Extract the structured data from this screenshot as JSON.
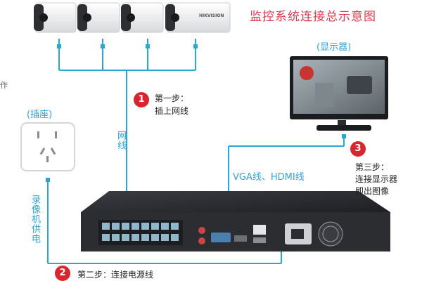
{
  "title": "监控系统连接总示意图",
  "camera_brand": "HIKVISION",
  "side_fragment": "作",
  "labels": {
    "monitor": "(显示器)",
    "socket": "(插座)",
    "network_cable": "网线",
    "power_cable": "录像机供电",
    "video_cable": "VGA线、HDMI线"
  },
  "steps": [
    {
      "number": "1",
      "lines": [
        "第一步：",
        "插上网线"
      ]
    },
    {
      "number": "2",
      "lines": [
        "第二步：连接电源线"
      ]
    },
    {
      "number": "3",
      "lines": [
        "第三步：",
        "连接显示器",
        "即出图像"
      ]
    }
  ],
  "colors": {
    "cable": "#2aa6d6",
    "badge": "#d8262f",
    "title": "#e23a4f",
    "nvr_body": "#2b2d31"
  },
  "icons": [
    "camera-icon",
    "monitor-icon",
    "power-socket-icon",
    "nvr-icon"
  ]
}
